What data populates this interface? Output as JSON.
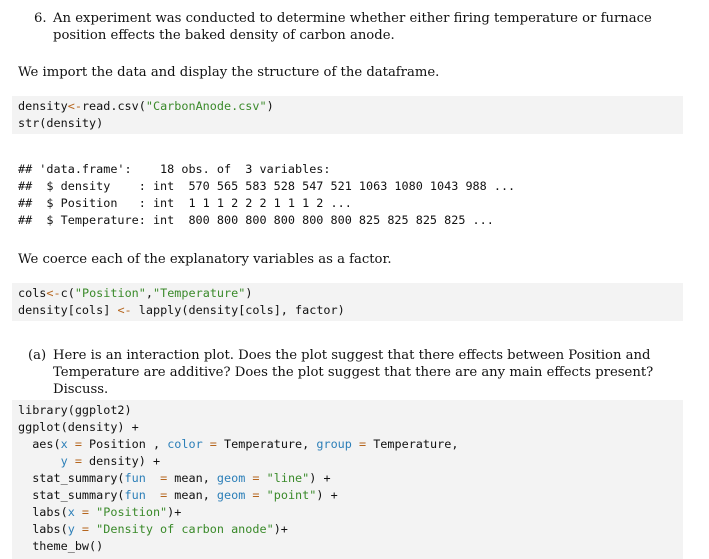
{
  "question6": {
    "number": "6.",
    "text": "An experiment was conducted to determine whether either firing temperature or furnace position effects the baked density of carbon anode."
  },
  "para_import": "We import the data and display the structure of the dataframe.",
  "code1": {
    "l1": {
      "a": "density",
      "op": "<-",
      "b": "read.csv(",
      "s": "\"CarbonAnode.csv\"",
      "c": ")"
    },
    "l2": "str(density)"
  },
  "output": {
    "l1": "## 'data.frame':    18 obs. of  3 variables:",
    "l2": "##  $ density    : int  570 565 583 528 547 521 1063 1080 1043 988 ...",
    "l3": "##  $ Position   : int  1 1 1 2 2 2 1 1 1 2 ...",
    "l4": "##  $ Temperature: int  800 800 800 800 800 800 825 825 825 825 ..."
  },
  "para_coerce": "We coerce each of the explanatory variables as a factor.",
  "code2": {
    "l1": {
      "a": "cols",
      "op": "<-",
      "b": "c(",
      "s1": "\"Position\"",
      "comma": ",",
      "s2": "\"Temperature\"",
      "c": ")"
    },
    "l2": {
      "a": "density[cols] ",
      "op": "<-",
      "b": " lapply(density[cols], factor)"
    }
  },
  "question_a": {
    "number": "(a)",
    "text": "Here is an interaction plot. Does the plot suggest that there effects between Position and Temperature are additive? Does the plot suggest that there are any main effects present? Discuss."
  },
  "code3": {
    "l1": "library(ggplot2)",
    "l2": "ggplot(density) +",
    "l3": {
      "a": "  aes(",
      "k1": "x",
      "e1": " = ",
      "v1": "Position , ",
      "k2": "color",
      "e2": " = ",
      "v2": "Temperature, ",
      "k3": "group",
      "e3": " = ",
      "v3": "Temperature,"
    },
    "l4": {
      "a": "      ",
      "k1": "y",
      "e1": " = ",
      "v1": "density) +"
    },
    "l5": {
      "a": "  stat_summary(",
      "k1": "fun",
      "e1": "  = ",
      "v1": "mean, ",
      "k2": "geom",
      "e2": " = ",
      "s": "\"line\"",
      "c": ") +"
    },
    "l6": {
      "a": "  stat_summary(",
      "k1": "fun",
      "e1": "  = ",
      "v1": "mean, ",
      "k2": "geom",
      "e2": " = ",
      "s": "\"point\"",
      "c": ") +"
    },
    "l7": {
      "a": "  labs(",
      "k1": "x",
      "e1": " = ",
      "s": "\"Position\"",
      "c": ")+"
    },
    "l8": {
      "a": "  labs(",
      "k1": "y",
      "e1": " = ",
      "s": "\"Density of carbon anode\"",
      "c": ")+"
    },
    "l9": "  theme_bw()"
  }
}
